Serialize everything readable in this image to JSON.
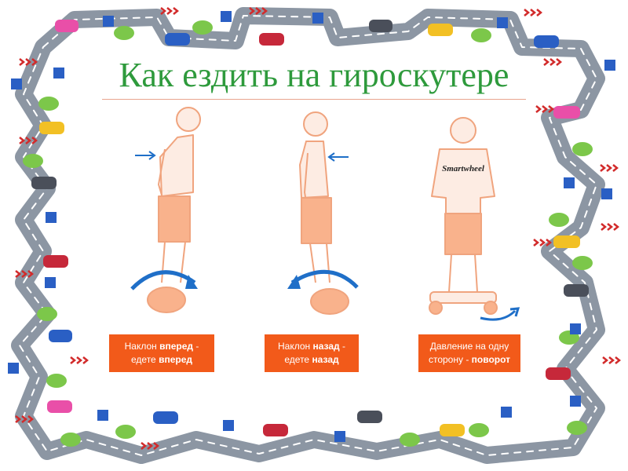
{
  "title": "Как ездить на гироскутере",
  "brand": "Smartwheel",
  "colors": {
    "title": "#2e9a3c",
    "caption_bg": "#f25a1a",
    "caption_text": "#ffffff",
    "figure_line": "#f0a47e",
    "arrow": "#1f6fc8",
    "road": "#8c96a3"
  },
  "captions": [
    {
      "pre": "Наклон ",
      "bold1": "вперед",
      "mid": " -",
      "line2_pre": "едете ",
      "bold2": "вперед"
    },
    {
      "pre": "Наклон ",
      "bold1": "назад",
      "mid": " -",
      "line2_pre": "едете ",
      "bold2": "назад"
    },
    {
      "pre": "Давление на одну",
      "bold1": "",
      "mid": "",
      "line2_pre": "сторону - ",
      "bold2": "поворот"
    }
  ]
}
